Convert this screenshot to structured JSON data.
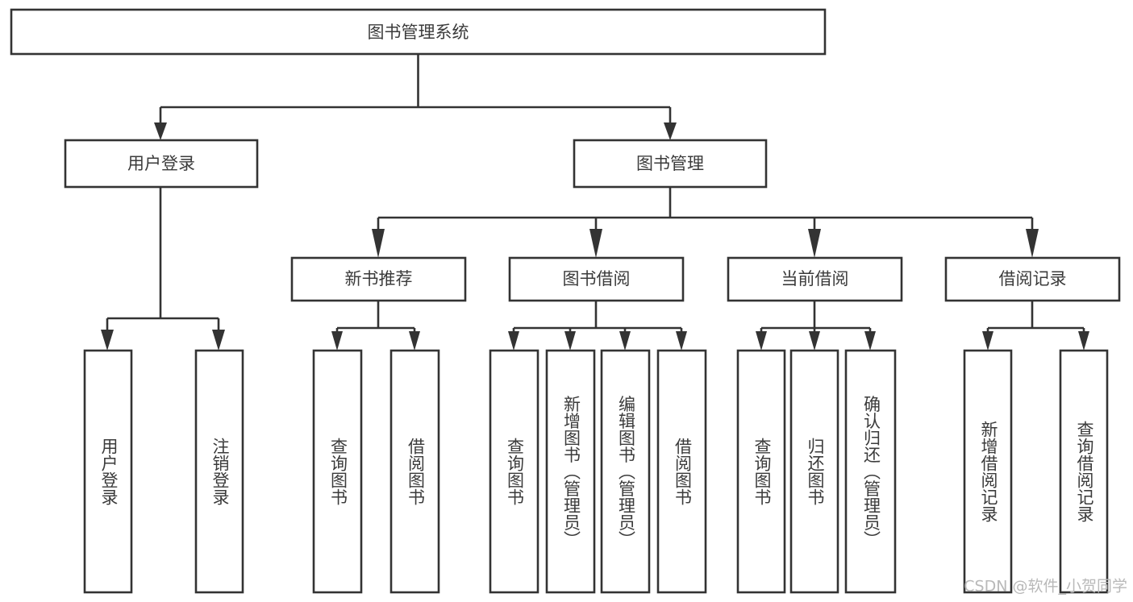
{
  "diagram": {
    "type": "tree",
    "title": "图书管理系统",
    "root": {
      "id": "root",
      "label": "图书管理系统"
    },
    "level2": [
      {
        "id": "user-login",
        "label": "用户登录"
      },
      {
        "id": "book-manage",
        "label": "图书管理"
      }
    ],
    "level3": [
      {
        "id": "new-book-recommend",
        "label": "新书推荐",
        "parent": "book-manage"
      },
      {
        "id": "book-borrow",
        "label": "图书借阅",
        "parent": "book-manage"
      },
      {
        "id": "current-borrow",
        "label": "当前借阅",
        "parent": "book-manage"
      },
      {
        "id": "borrow-record",
        "label": "借阅记录",
        "parent": "book-manage"
      }
    ],
    "leaves": {
      "user-login": [
        {
          "id": "leaf-user-login",
          "label": "用户登录"
        },
        {
          "id": "leaf-user-logout",
          "label": "注销登录"
        }
      ],
      "new-book-recommend": [
        {
          "id": "leaf-query-book-1",
          "label": "查询图书"
        },
        {
          "id": "leaf-borrow-book-1",
          "label": "借阅图书"
        }
      ],
      "book-borrow": [
        {
          "id": "leaf-query-book-2",
          "label": "查询图书"
        },
        {
          "id": "leaf-add-book",
          "label": "新增图书（管理员）"
        },
        {
          "id": "leaf-edit-book",
          "label": "编辑图书（管理员）"
        },
        {
          "id": "leaf-borrow-book-2",
          "label": "借阅图书"
        }
      ],
      "current-borrow": [
        {
          "id": "leaf-query-book-3",
          "label": "查询图书"
        },
        {
          "id": "leaf-return-book",
          "label": "归还图书"
        },
        {
          "id": "leaf-confirm-return",
          "label": "确认归还（管理员）"
        }
      ],
      "borrow-record": [
        {
          "id": "leaf-add-record",
          "label": "新增借阅记录"
        },
        {
          "id": "leaf-query-record",
          "label": "查询借阅记录"
        }
      ]
    }
  },
  "watermark": {
    "text": "CSDN @软件_小贺同学"
  },
  "colors": {
    "stroke": "#333333",
    "box_fill": "#ffffff",
    "text": "#3b3b3b",
    "watermark": "#b9b9b9",
    "background": "#ffffff"
  }
}
